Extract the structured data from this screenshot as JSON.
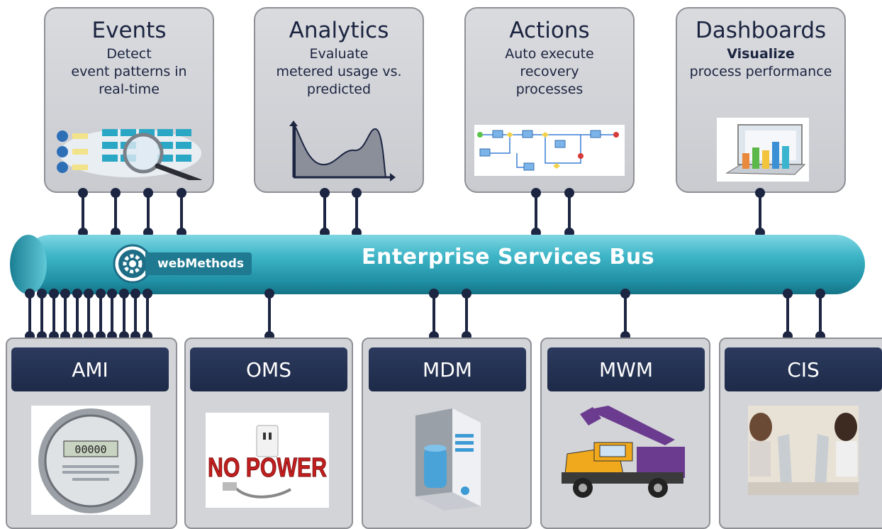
{
  "top_boxes": [
    {
      "title": "Events",
      "desc_lines": [
        "Detect",
        "event patterns in",
        "real-time"
      ]
    },
    {
      "title": "Analytics",
      "desc_lines": [
        "Evaluate",
        "metered usage vs.",
        "predicted"
      ]
    },
    {
      "title": "Actions",
      "desc_lines": [
        "Auto execute",
        "recovery",
        "processes"
      ]
    },
    {
      "title": "Dashboards",
      "desc_bold": "Visualize",
      "desc_lines": [
        "process performance"
      ]
    }
  ],
  "bus": {
    "label": "Enterprise Services Bus",
    "brand": "webMethods"
  },
  "bottom_boxes": [
    {
      "label": "AMI"
    },
    {
      "label": "OMS",
      "sign_text": "NO POWER"
    },
    {
      "label": "MDM"
    },
    {
      "label": "MWM"
    },
    {
      "label": "CIS"
    }
  ],
  "meter_readout": "00000",
  "colors": {
    "bus": "#3fb6c8",
    "label_bar": "#23304f",
    "connector": "#1c2541",
    "box": "#d3d4d8"
  }
}
